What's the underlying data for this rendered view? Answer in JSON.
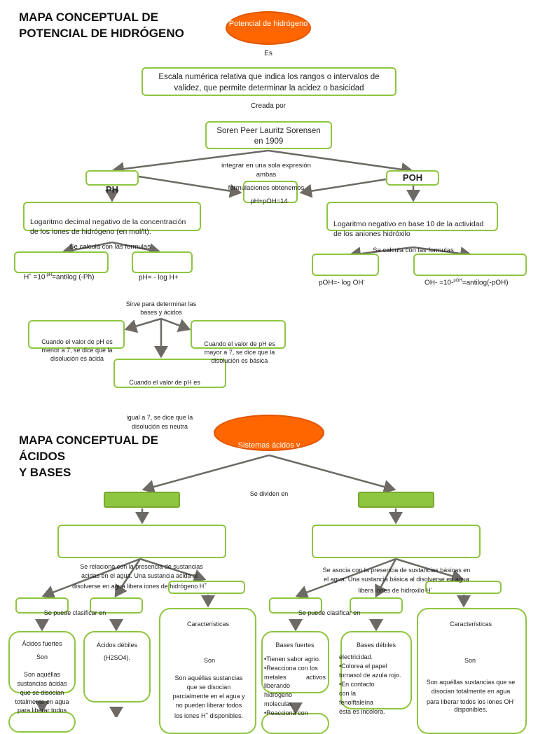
{
  "map1": {
    "title_line1": "MAPA CONCEPTUAL DE",
    "title_line2": "POTENCIAL DE HIDRÓGENO",
    "root": "Potencial de hidrógeno",
    "link_es": "Es",
    "definition": "Escala numérica relativa que indica los rangos o intervalos de validez, que permite determinar la acidez o basicidad",
    "link_creada": "Creada por",
    "creator_line1": "Soren Peer Lauritz Sorensen",
    "creator_line2": "en 1909",
    "ph_label": "PH",
    "poh_label": "POH",
    "integrate_line1": "integrar en una sola expresión",
    "integrate_line2": "ambas",
    "integrate_line3": "formulaciones obtenemos",
    "sum_formula": "pH+pOH=14",
    "ph_definition_line1": "Logaritmo decimal negativo de la concentración",
    "ph_definition_line2": "de los iones de hidrógeno (en mol/lt).",
    "poh_definition_line1": "Logaritmo negativo en base 10 de la actividad",
    "poh_definition_line2": "de los aniones hidróxilo",
    "calc_left": "Se calcula con las formulas",
    "calc_right": "Se calcula con las formulas",
    "formula_h_pre": "H",
    "formula_h_sup1": "+",
    "formula_h_mid": " =10",
    "formula_h_sup2": "-pH",
    "formula_h_post": "=antilog (-Ph)",
    "formula_ph": "pH= - log H+",
    "formula_poh_pre": "pOH=- log OH",
    "formula_poh_sup": "-",
    "formula_oh_pre": "OH- =10-",
    "formula_oh_sup": "pOH",
    "formula_oh_post": "=antilog(-pOH)",
    "sirve_line1": "Sirve para determinar las",
    "sirve_line2": "bases y ácidos",
    "acid_case_line1": "Cuando el valor de pH es",
    "acid_case_line2": "menor a 7, se dice que la",
    "acid_case_line3": "disolución es ácida",
    "basic_case_line1": "Cuando el valor de pH es",
    "basic_case_line2": "mayor a 7, se dice que la",
    "basic_case_line3": "disolución es básica",
    "neutral_case_line1": "Cuando el valor de pH es",
    "neutral_case_line2": "igual a 7, se dice que la",
    "neutral_case_line3": "disolución es neutra"
  },
  "map2": {
    "title_line1": "MAPA CONCEPTUAL DE",
    "title_line2": "ÁCIDOS",
    "title_line3": "Y BASES",
    "root": "Sistemas ácidos y",
    "link_divide": "Se dividen en",
    "acid_desc_line1": "Se relaciona con la presencia de sustancias",
    "acid_desc_line2": "acidas en el agua. Una sustancia acida al",
    "acid_desc_line3": "disolverse en agua libera iones de hidrógeno H",
    "acid_desc_sup": "+",
    "base_desc_line1": "Se asocia con la presencia de sustancias básicas en",
    "base_desc_line2": "el agua. Una sustancia básica al disolverse en agua",
    "base_desc_line3": "libera iones de hidroxilo H",
    "base_desc_sup": "-",
    "classify_left": "Se puede clasificar en",
    "classify_right": "Se puede clasificar en",
    "strong_acids": {
      "title": "Ácidos fuertes",
      "son": "Son",
      "lines": [
        "Son aquéllas",
        "sustancias ácidas",
        "que se disocian",
        "totalmente en agua",
        "para liberar todos"
      ]
    },
    "weak_acids": {
      "title": "Ácidos débiles",
      "note": "(H2SO4)."
    },
    "acid_characteristics": {
      "title": "Características",
      "son": "Son",
      "lines": [
        "Son aquéllas sustancias",
        "que se disocian",
        "parcialmente en el agua y",
        "no pueden liberar todos"
      ],
      "last_pre": "los iones H",
      "last_sup": "+",
      "last_post": " disponibles."
    },
    "strong_bases": {
      "title": "Bases fuertes",
      "items": [
        "•Tienen sabor agrio.",
        "•Reacciona con los",
        "metales activos",
        "liberando",
        "hidrógeno",
        "molecular.",
        "•Reacciona con"
      ]
    },
    "weak_bases": {
      "title": "Bases débiles",
      "items": [
        "electricidad.",
        "•Colorea el papel",
        "tornasol de azula rojo.",
        "•En contacto",
        "con la",
        "fenolftaleína",
        "ésta es incolora."
      ]
    },
    "base_characteristics": {
      "title": "Características",
      "son": "Son",
      "lines": [
        "Son aquéllas sustancias que se",
        "disocian totalmente en agua"
      ],
      "line3_pre": "para liberar todos los iones OH",
      "line3_sup": "-",
      "line4": "disponibles."
    }
  },
  "colors": {
    "node_border": "#8dc63f",
    "root_fill": "#ff6600",
    "arrow": "#6d6a65"
  }
}
